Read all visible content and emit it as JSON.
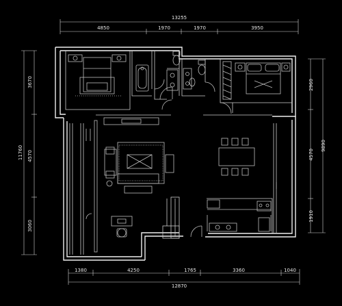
{
  "dimensions": {
    "top_total": "13255",
    "top": [
      "4850",
      "1970",
      "1970",
      "3950"
    ],
    "bottom_total": "12870",
    "bottom": [
      "1380",
      "4250",
      "1765",
      "3360",
      "1040"
    ],
    "left_total": "11760",
    "left": [
      "3670",
      "4570",
      "3060"
    ],
    "right_total": "9890",
    "right": [
      "2960",
      "4570",
      "1910"
    ]
  },
  "colors": {
    "background": "#000000",
    "lines": "#f0f0f0"
  }
}
